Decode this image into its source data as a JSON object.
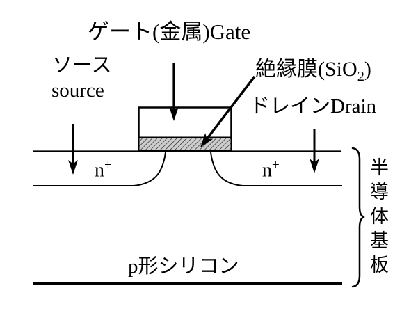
{
  "labels": {
    "gate": "ゲート(金属)Gate",
    "source_ja": "ソース",
    "source_en": "source",
    "insulator_pre": "絶縁膜(SiO",
    "insulator_sub": "2",
    "insulator_post": ")",
    "drain": "ドレインDrain",
    "n_plus_base": "n",
    "n_plus_sup": "+",
    "p_silicon": "p形シリコン",
    "substrate": "半導体基板"
  },
  "colors": {
    "background": "#ffffff",
    "line": "#000000",
    "oxide_hatch_bg": "#cdcdcd",
    "oxide_hatch_line": "#1a1a1a"
  }
}
